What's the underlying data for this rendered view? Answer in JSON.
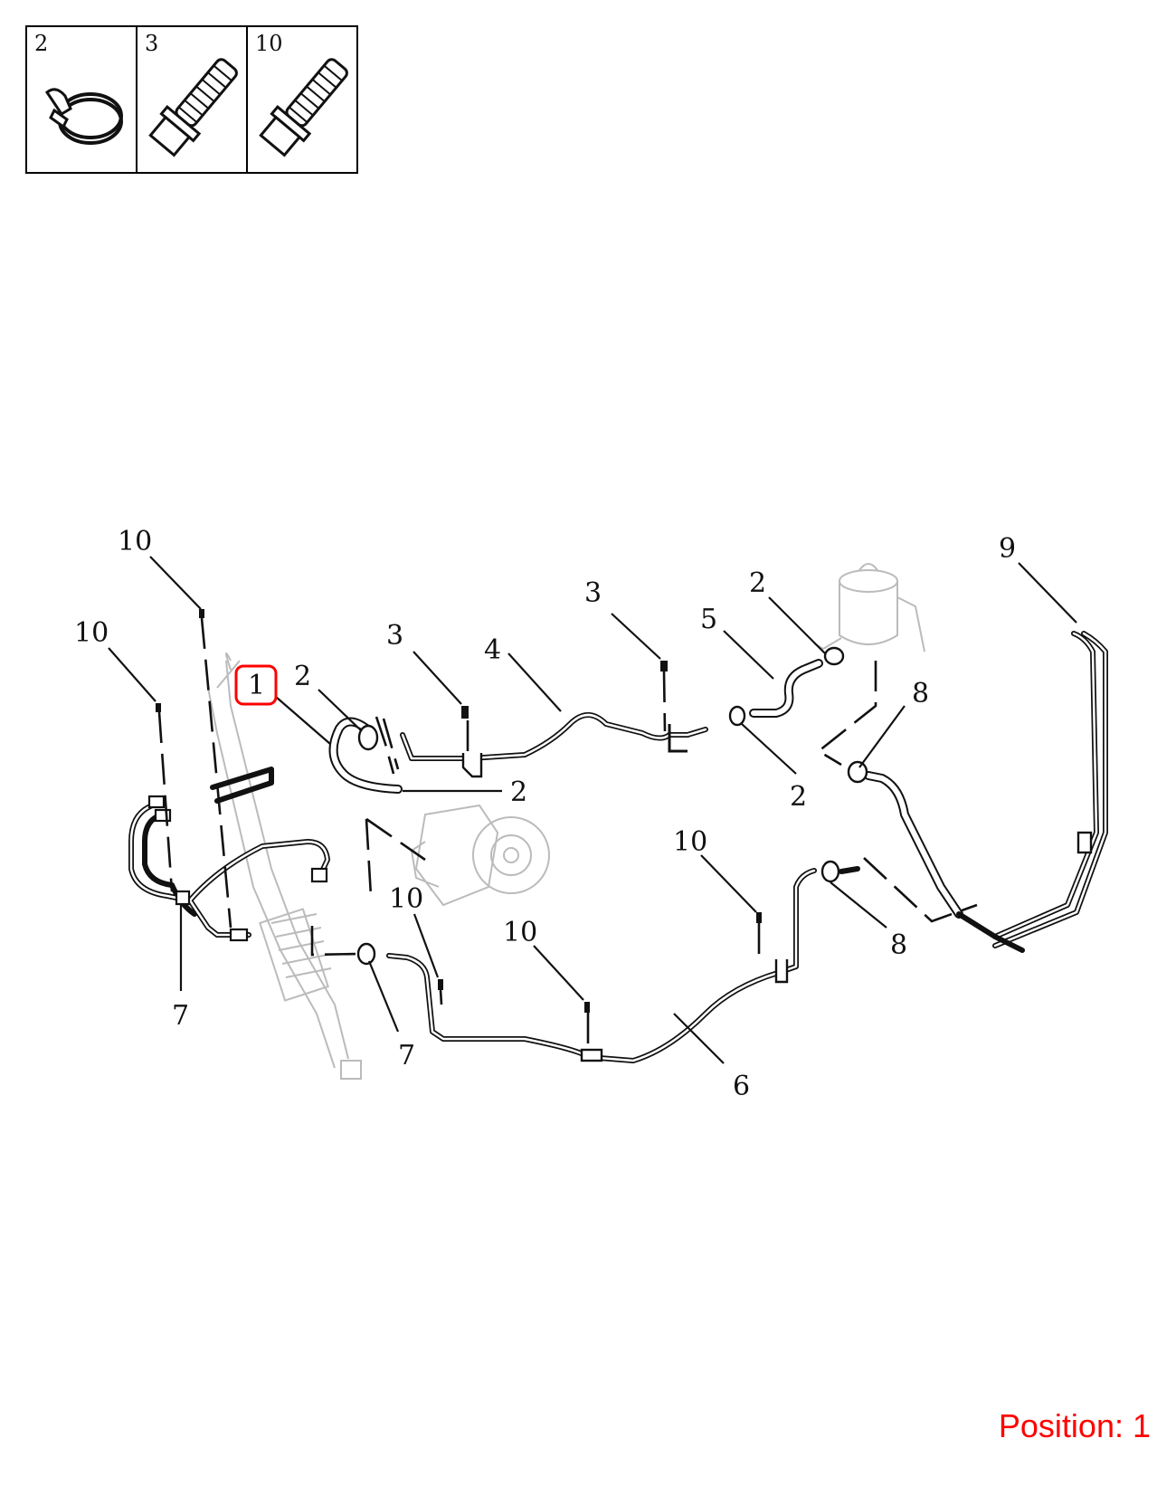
{
  "legend": [
    {
      "number": "2",
      "icon": "hose-clamp-icon"
    },
    {
      "number": "3",
      "icon": "bolt-icon"
    },
    {
      "number": "10",
      "icon": "bolt-icon"
    }
  ],
  "callouts": {
    "c10a": "10",
    "c10b": "10",
    "c1": "1",
    "c2a": "2",
    "c3a": "3",
    "c4": "4",
    "c3b": "3",
    "c5": "5",
    "c2b": "2",
    "c8a": "8",
    "c9": "9",
    "c2c": "2",
    "c2d": "2",
    "c10c": "10",
    "c10d": "10",
    "c10e": "10",
    "c8b": "8",
    "c7a": "7",
    "c7b": "7",
    "c6": "6"
  },
  "highlighted_callout": "1",
  "highlight_color": "#ff0000",
  "position_label": "Position: 1"
}
